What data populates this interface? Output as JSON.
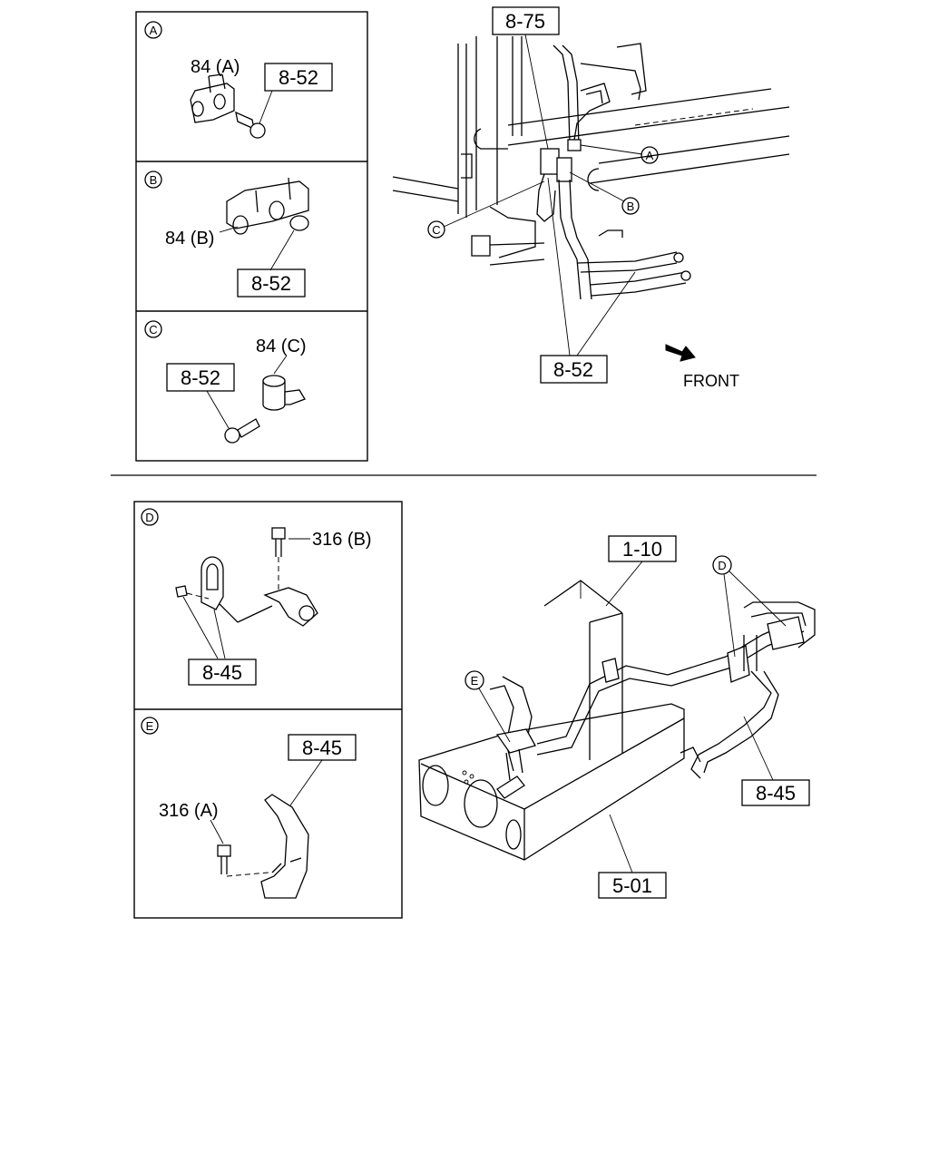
{
  "top_section": {
    "detail_a": {
      "marker": "A",
      "part_label": "84 (A)",
      "ref_box": "8-52"
    },
    "detail_b": {
      "marker": "B",
      "part_label": "84 (B)",
      "ref_box": "8-52"
    },
    "detail_c": {
      "marker": "C",
      "part_label": "84 (C)",
      "ref_box": "8-52"
    },
    "main_view": {
      "ref_top": "8-75",
      "ref_bottom": "8-52",
      "callouts": [
        "A",
        "B",
        "C"
      ],
      "direction_label": "FRONT"
    }
  },
  "bottom_section": {
    "detail_d": {
      "marker": "D",
      "part_label": "316 (B)",
      "ref_box": "8-45"
    },
    "detail_e": {
      "marker": "E",
      "part_label": "316 (A)",
      "ref_box": "8-45"
    },
    "main_view": {
      "ref_radiator": "1-10",
      "ref_hose": "8-45",
      "ref_frame": "5-01",
      "callouts": [
        "D",
        "E"
      ]
    }
  }
}
